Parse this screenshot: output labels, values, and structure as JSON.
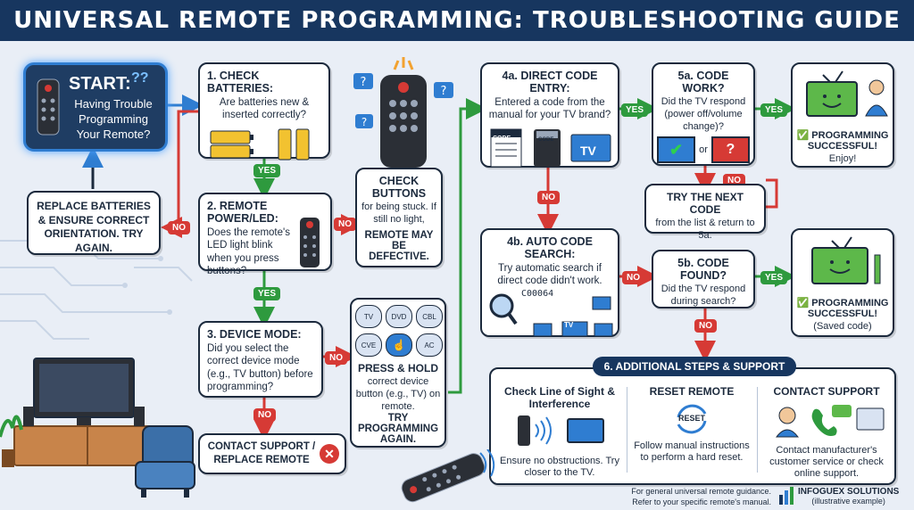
{
  "title": "UNIVERSAL REMOTE PROGRAMMING: TROUBLESHOOTING GUIDE",
  "start": {
    "title": "START:",
    "subtitle": "Having Trouble Programming Your Remote?"
  },
  "replace_batteries": "REPLACE BATTERIES & ENSURE CORRECT ORIENTATION. TRY AGAIN.",
  "step1": {
    "title": "1. CHECK BATTERIES:",
    "text": "Are batteries new & inserted correctly?"
  },
  "step2": {
    "title": "2. REMOTE POWER/LED:",
    "text": "Does the remote's LED light blink when you press buttons?"
  },
  "step3": {
    "title": "3. DEVICE MODE:",
    "text": "Did you select the correct device mode (e.g., TV button) before programming?"
  },
  "check_buttons": {
    "title": "CHECK BUTTONS",
    "text": "for being stuck. If still no light,",
    "bold": "REMOTE MAY BE DEFECTIVE."
  },
  "press_hold": {
    "bold1": "PRESS & HOLD",
    "text": "correct device button (e.g., TV) on remote.",
    "bold2": "TRY PROGRAMMING AGAIN.",
    "keys": [
      "TV",
      "DVD",
      "CBL",
      "CVE",
      "",
      "AC"
    ]
  },
  "contact_support_replace": "CONTACT SUPPORT / REPLACE REMOTE",
  "step4a": {
    "title": "4a. DIRECT CODE ENTRY:",
    "text": "Entered a code from the manual for your TV brand?",
    "code_label": "CODE",
    "code_label2": "CODE",
    "tv_label": "TV"
  },
  "step4b": {
    "title": "4b. AUTO CODE SEARCH:",
    "text": "Try automatic search if direct code didn't work.",
    "code": "C00064",
    "tv_label": "TV"
  },
  "step5a": {
    "title": "5a. CODE WORK?",
    "text": "Did the TV respond (power off/volume change)?",
    "or": "or"
  },
  "step5b": {
    "title": "5b. CODE FOUND?",
    "text": "Did the TV respond during search?"
  },
  "next_code": {
    "title": "TRY THE NEXT CODE",
    "text": "from the list & return to 5a."
  },
  "success1": {
    "title": "PROGRAMMING SUCCESSFUL!",
    "sub": "Enjoy!"
  },
  "success2": {
    "title": "PROGRAMMING SUCCESSFUL!",
    "sub": "(Saved code)"
  },
  "section6": {
    "header": "6. ADDITIONAL STEPS & SUPPORT",
    "col1": {
      "title": "Check Line of Sight & Interference",
      "text": "Ensure no obstructions. Try closer to the TV."
    },
    "col2": {
      "title": "RESET REMOTE",
      "label": "RESET",
      "text": "Follow manual instructions to perform a hard reset."
    },
    "col3": {
      "title": "CONTACT SUPPORT",
      "text": "Contact manufacturer's customer service or check online support."
    }
  },
  "labels": {
    "yes": "YES",
    "no": "NO"
  },
  "footer": {
    "line1": "For general universal remote guidance.",
    "line2": "Refer to your specific remote's manual.",
    "brand": "INFOGUEX SOLUTIONS",
    "brand_sub": "(illustrative example)"
  },
  "colors": {
    "navy": "#17365f",
    "yes": "#2e9a3e",
    "no": "#d63a35",
    "accent": "#2f7dd1"
  }
}
